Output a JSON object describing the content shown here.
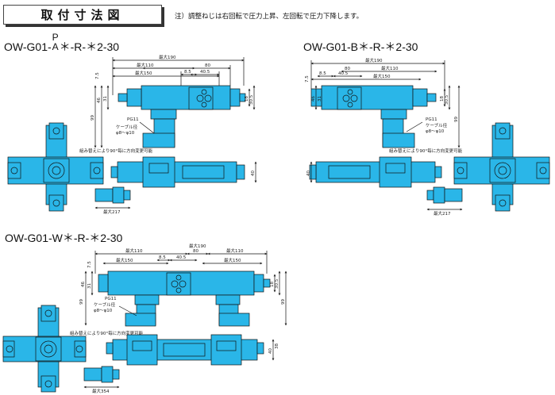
{
  "header": {
    "title": "取付寸法図",
    "note": "注）調整ねじは右回転で圧力上昇、左回転で圧力下降します。"
  },
  "models": {
    "a": {
      "prefix": "OW-G01-",
      "sup_top": "P",
      "sup_bottom": "A",
      "suffix": "＊-R-＊2-30"
    },
    "b": {
      "label": "OW-G01-B＊-R-＊2-30"
    },
    "w": {
      "label": "OW-G01-W＊-R-＊2-30"
    }
  },
  "dims": {
    "max190": "最大190",
    "max110": "最大110",
    "max150": "最大150",
    "d80": "80",
    "d8_5": "8.5",
    "d40_5": "40.5",
    "d7_5": "7.5",
    "d46": "46",
    "d31": "31",
    "d99": "99",
    "d40": "40",
    "d18": "18",
    "d30_5": "30.5",
    "d38": "38",
    "pg11": "PG11",
    "cable": "ケーブル径",
    "cable_d": "φ8～φ10",
    "rotate": "組み替えにより90°毎に方向変更可能",
    "max217": "最大217",
    "max354": "最大354"
  },
  "colors": {
    "body": "#2ab6e8",
    "line": "#111111"
  }
}
